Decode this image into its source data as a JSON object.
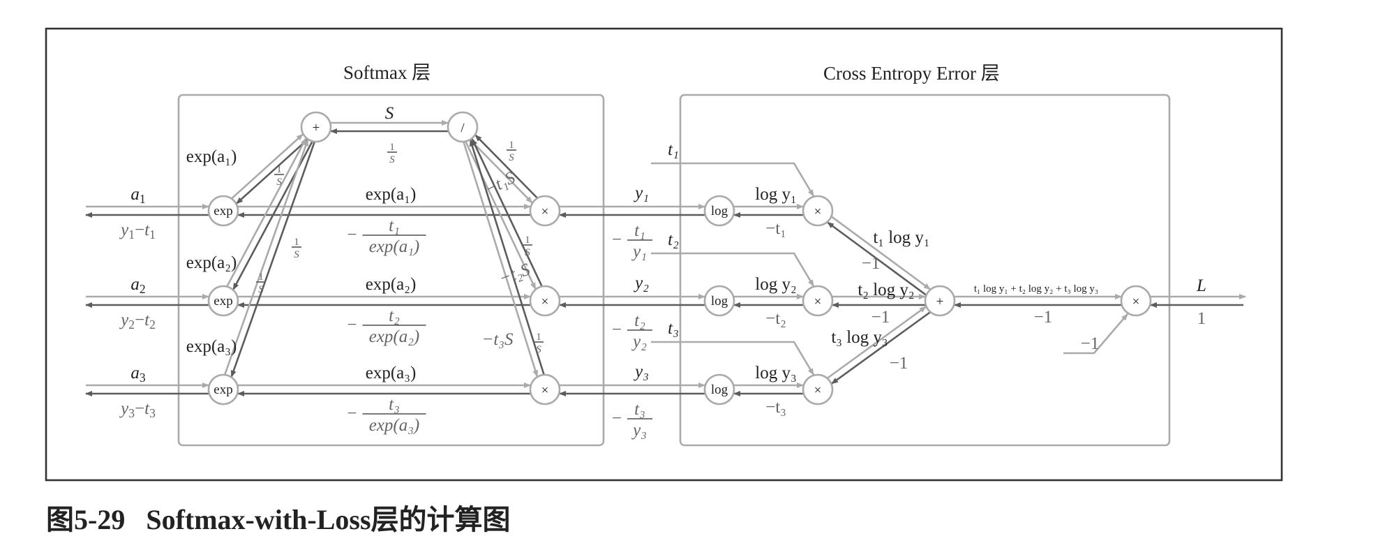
{
  "figure": {
    "caption_number": "图5-29",
    "caption_text": "Softmax-with-Loss层的计算图",
    "softmax_title": "Softmax 层",
    "ce_title": "Cross Entropy Error 层"
  },
  "nodes": {
    "exp": "exp",
    "plus": "+",
    "divide": "/",
    "mult": "×",
    "log": "log"
  },
  "softmax": {
    "inputs": [
      {
        "forward": "a",
        "sub": "1",
        "backward_y": "y",
        "backward_t": "t",
        "bsub": "1"
      },
      {
        "forward": "a",
        "sub": "2",
        "backward_y": "y",
        "backward_t": "t",
        "bsub": "2"
      },
      {
        "forward": "a",
        "sub": "3",
        "backward_y": "y",
        "backward_t": "t",
        "bsub": "3"
      }
    ],
    "exp_to_plus": [
      "exp(a₁)",
      "exp(a₂)",
      "exp(a₃)"
    ],
    "plus_back": "1/S",
    "sum_label": "S",
    "div_back": "1/S",
    "exp_forward": [
      "exp(a₁)",
      "exp(a₂)",
      "exp(a₃)"
    ],
    "exp_backward_num": [
      "t₁",
      "t₂",
      "t₃"
    ],
    "exp_backward_den": [
      "exp(a₁)",
      "exp(a₂)",
      "exp(a₃)"
    ],
    "minus": "−",
    "div_to_mult": "1/S",
    "mult_to_div": [
      "−t₁S",
      "−t₂S",
      "−t₃S"
    ],
    "one": "1"
  },
  "middle": {
    "y_labels": [
      "y₁",
      "y₂",
      "y₃"
    ],
    "back_num": [
      "t₁",
      "t₂",
      "t₃"
    ],
    "back_den": [
      "y₁",
      "y₂",
      "y₃"
    ],
    "t_inputs": [
      "t₁",
      "t₂",
      "t₃"
    ]
  },
  "ce": {
    "log_forward": [
      "log y₁",
      "log y₂",
      "log y₃"
    ],
    "log_backward": [
      "−t₁",
      "−t₂",
      "−t₃"
    ],
    "mult_forward": [
      "t₁ log y₁",
      "t₂ log y₂",
      "t₃ log y₃"
    ],
    "mult_backward": [
      "−1",
      "−1",
      "−1"
    ],
    "sum_forward": "t₁ log y₁ + t₂ log y₂ + t₃ log y₃",
    "sum_backward": "−1",
    "const_input": "−1",
    "output_label": "L",
    "output_grad": "1"
  },
  "colors": {
    "forward": "#aaaaaa",
    "backward": "#5c5c5c",
    "frame": "#333333"
  }
}
